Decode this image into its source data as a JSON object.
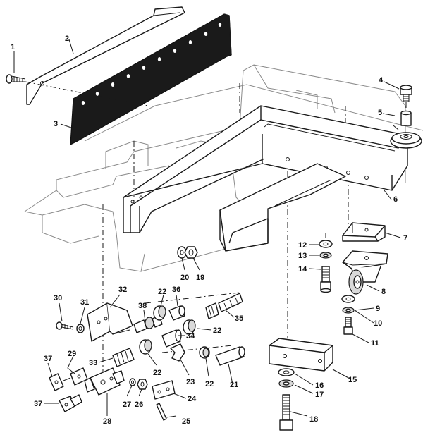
{
  "callouts": [
    {
      "id": "c1",
      "text": "1"
    },
    {
      "id": "c2",
      "text": "2"
    },
    {
      "id": "c3",
      "text": "3"
    },
    {
      "id": "c4",
      "text": "4"
    },
    {
      "id": "c5",
      "text": "5"
    },
    {
      "id": "c6",
      "text": "6"
    },
    {
      "id": "c7",
      "text": "7"
    },
    {
      "id": "c8",
      "text": "8"
    },
    {
      "id": "c9",
      "text": "9"
    },
    {
      "id": "c10",
      "text": "10"
    },
    {
      "id": "c11",
      "text": "11"
    },
    {
      "id": "c12",
      "text": "12"
    },
    {
      "id": "c13",
      "text": "13"
    },
    {
      "id": "c14",
      "text": "14"
    },
    {
      "id": "c15",
      "text": "15"
    },
    {
      "id": "c16",
      "text": "16"
    },
    {
      "id": "c17",
      "text": "17"
    },
    {
      "id": "c18",
      "text": "18"
    },
    {
      "id": "c19",
      "text": "19"
    },
    {
      "id": "c20",
      "text": "20"
    },
    {
      "id": "c21",
      "text": "21"
    },
    {
      "id": "c22a",
      "text": "22"
    },
    {
      "id": "c22b",
      "text": "22"
    },
    {
      "id": "c22c",
      "text": "22"
    },
    {
      "id": "c22d",
      "text": "22"
    },
    {
      "id": "c23",
      "text": "23"
    },
    {
      "id": "c24",
      "text": "24"
    },
    {
      "id": "c25",
      "text": "25"
    },
    {
      "id": "c26",
      "text": "26"
    },
    {
      "id": "c27",
      "text": "27"
    },
    {
      "id": "c28",
      "text": "28"
    },
    {
      "id": "c29",
      "text": "29"
    },
    {
      "id": "c30",
      "text": "30"
    },
    {
      "id": "c31",
      "text": "31"
    },
    {
      "id": "c32",
      "text": "32"
    },
    {
      "id": "c33",
      "text": "33"
    },
    {
      "id": "c34",
      "text": "34"
    },
    {
      "id": "c35",
      "text": "35"
    },
    {
      "id": "c36",
      "text": "36"
    },
    {
      "id": "c37a",
      "text": "37"
    },
    {
      "id": "c37b",
      "text": "37"
    },
    {
      "id": "c38",
      "text": "38"
    }
  ]
}
